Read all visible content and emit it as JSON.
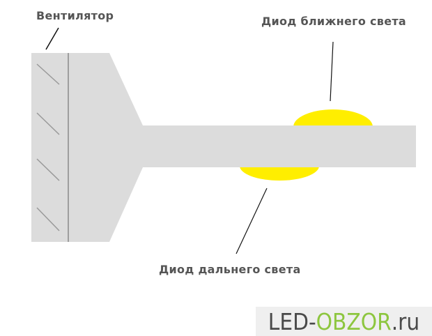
{
  "labels": {
    "fan": "Вентилятор",
    "low_beam_led": "Диод ближнего света",
    "high_beam_led": "Диод дальнего света"
  },
  "logo": {
    "part1": "LED-",
    "part2": "OBZOR",
    "part3": ".ru"
  },
  "colors": {
    "body": "#dcdcdc",
    "led": "#ffee00",
    "text": "#555555",
    "logo_green": "#8dc63f"
  }
}
